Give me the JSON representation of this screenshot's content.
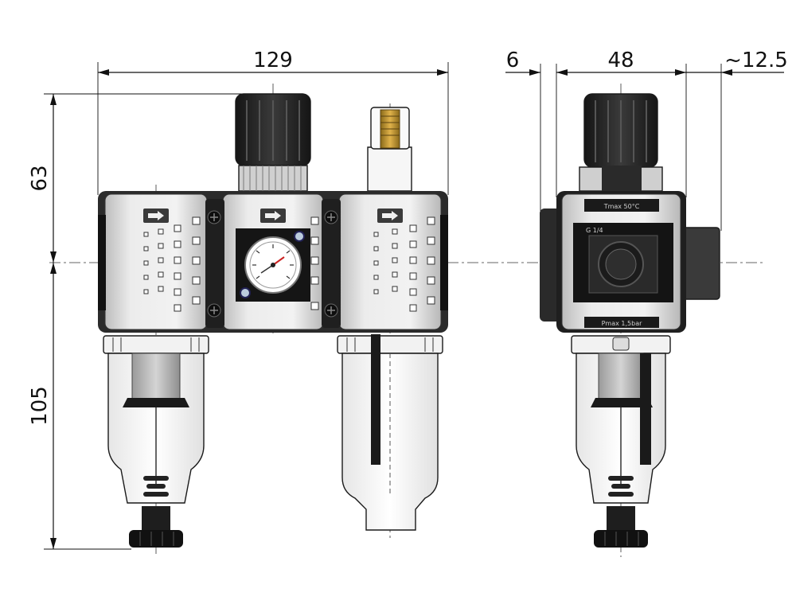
{
  "dimensions": {
    "total_width": "129",
    "top_height": "63",
    "bottom_height": "105",
    "side_offset": "6",
    "side_width": "48",
    "side_right": "~12.5"
  },
  "side_labels": {
    "top_plate": "Tmax 50°C",
    "port": "G 1/4",
    "bottom_plate": "Pmax 1,5bar"
  },
  "colors": {
    "body_light": "#e4e4e4",
    "body_mid": "#c8c8c8",
    "dark": "#2a2a2a",
    "bowl": "#f4f4f4"
  }
}
